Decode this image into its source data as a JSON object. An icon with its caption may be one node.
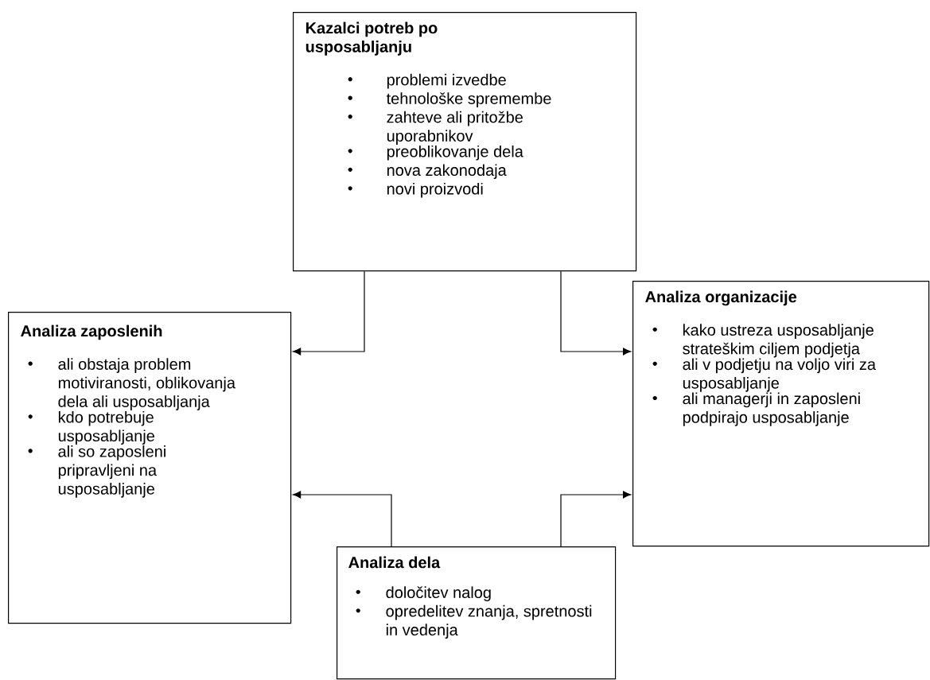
{
  "diagram": {
    "nodes": [
      {
        "text": [
          "Kazalci potreb po usposabljanju",
          "problemi izvedbe",
          "tehnološke spremembe",
          "zahteve ali pritožbe uporabnikov",
          "preoblikovanje dela",
          "nova zakonodaja",
          "novi proizvodi"
        ]
      },
      {
        "text": [
          "Analiza zaposlenih",
          "ali obstaja problem motiviranosti, oblikovanja dela ali usposabljanja",
          "kdo potrebuje usposabljanje",
          "ali so zaposleni pripravljeni na usposabljanje"
        ]
      },
      {
        "text": [
          "Analiza organizacije",
          "kako ustreza usposabljanje strateškim ciljem podjetja",
          "ali v podjetju na voljo viri za usposabljanje",
          "ali managerji in zaposleni podpirajo usposabljanje"
        ]
      },
      {
        "text": [
          "Analiza dela",
          "določitev nalog",
          "opredelitev znanja, spretnosti in vedenja"
        ]
      }
    ],
    "edges": [
      {
        "from": 0,
        "to": 1,
        "arrow": "to"
      },
      {
        "from": 0,
        "to": 2,
        "arrow": "to"
      },
      {
        "from": 3,
        "to": 1,
        "arrow": "to"
      },
      {
        "from": 3,
        "to": 2,
        "arrow": "to"
      }
    ]
  }
}
